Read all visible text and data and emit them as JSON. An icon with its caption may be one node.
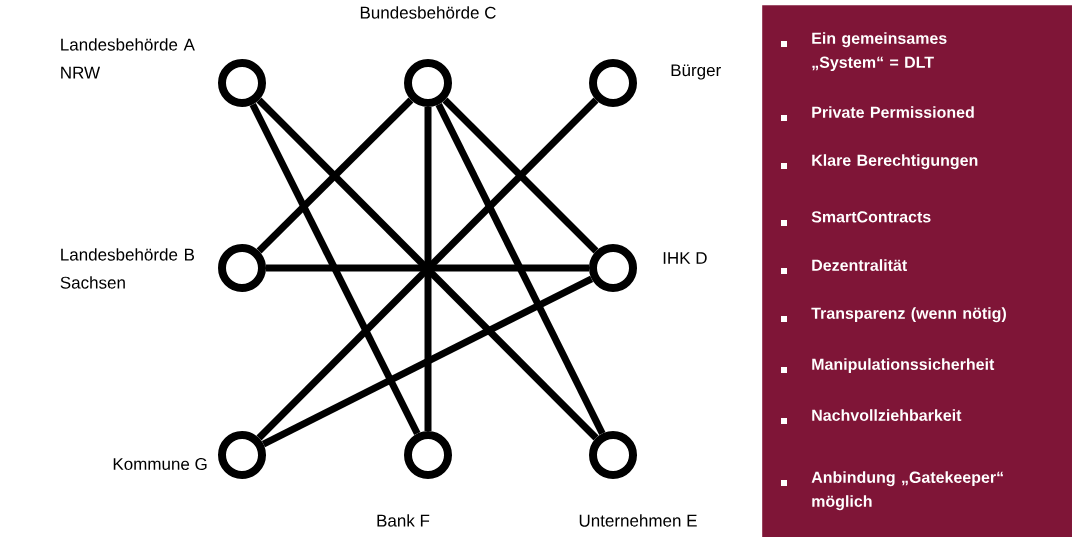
{
  "diagram": {
    "nodes": [
      {
        "text": [],
        "shape": "circle",
        "beside": [
          "Landesbehörde A NRW"
        ]
      },
      {
        "text": [],
        "shape": "circle",
        "beside": [
          "Bundesbehörde C"
        ]
      },
      {
        "text": [],
        "shape": "circle",
        "beside": [
          "Bürger"
        ]
      },
      {
        "text": [],
        "shape": "circle",
        "beside": [
          "Landesbehörde B Sachsen"
        ]
      },
      {
        "text": [],
        "shape": "circle",
        "beside": [
          "IHK D"
        ]
      },
      {
        "text": [],
        "shape": "circle",
        "beside": [
          "Kommune G"
        ]
      },
      {
        "text": [],
        "shape": "circle",
        "beside": [
          "Bank F"
        ]
      },
      {
        "text": [],
        "shape": "circle",
        "beside": [
          "Unternehmen E"
        ]
      },
      {
        "text": [
          "Ein gemeinsames „System“ = DLT",
          "Private Permissioned",
          "Klare Berechtigungen",
          "SmartContracts",
          "Dezentralität",
          "Transparenz (wenn nötig)",
          "Manipulationssicherheit",
          "Nachvollziehbarkeit",
          "Anbindung „Gatekeeper“ möglich"
        ]
      }
    ],
    "edges": [
      {
        "from": 0,
        "to": 6,
        "arrow": "none"
      },
      {
        "from": 0,
        "to": 7,
        "arrow": "none"
      },
      {
        "from": 1,
        "to": 3,
        "arrow": "none"
      },
      {
        "from": 1,
        "to": 6,
        "arrow": "none"
      },
      {
        "from": 1,
        "to": 7,
        "arrow": "none"
      },
      {
        "from": 1,
        "to": 4,
        "arrow": "none"
      },
      {
        "from": 2,
        "to": 5,
        "arrow": "none"
      },
      {
        "from": 3,
        "to": 4,
        "arrow": "none"
      },
      {
        "from": 5,
        "to": 4,
        "arrow": "none"
      }
    ]
  }
}
